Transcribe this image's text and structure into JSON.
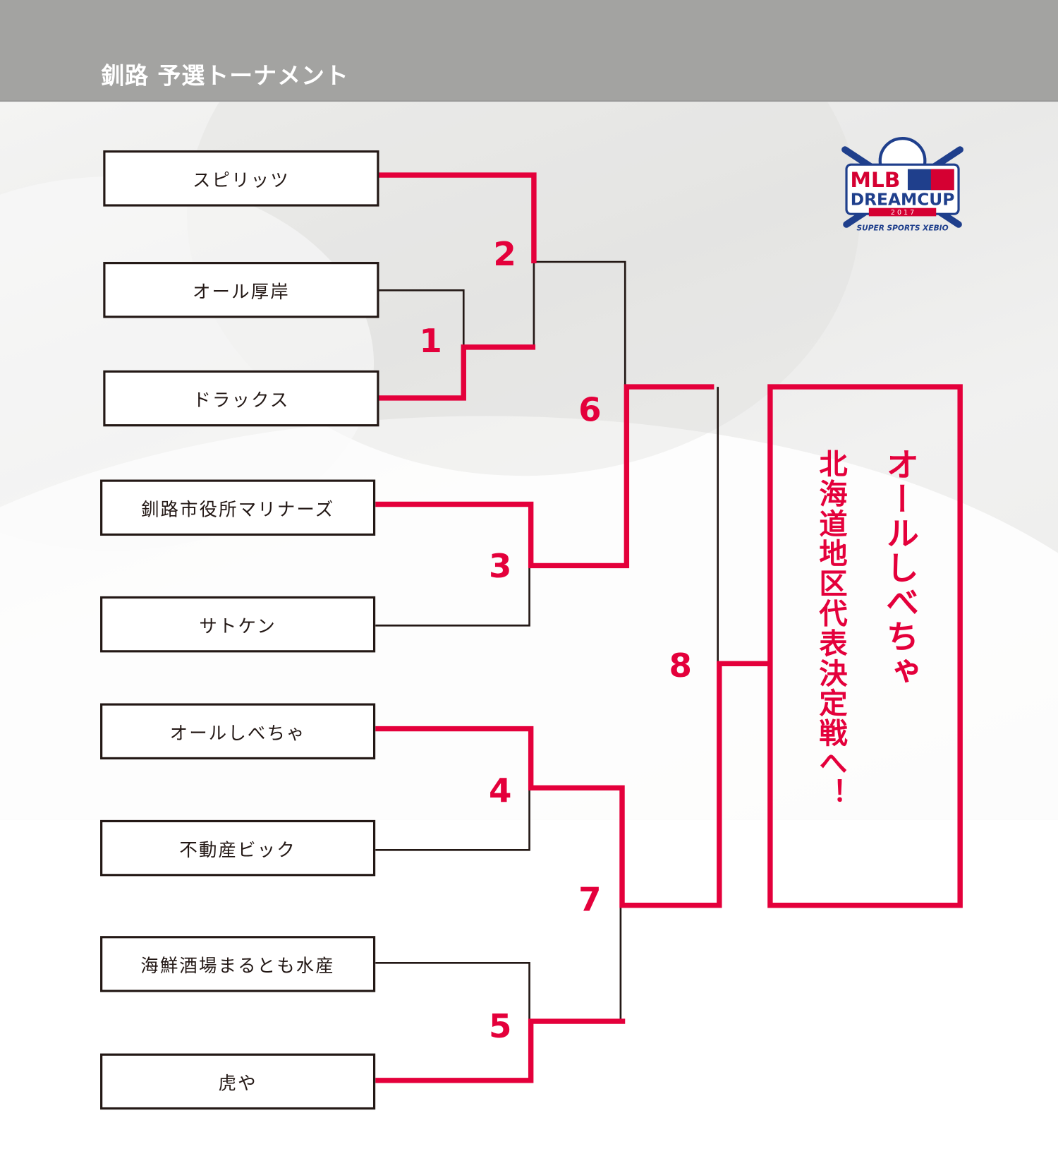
{
  "header": {
    "title": "釧路 予選トーナメント"
  },
  "logo": {
    "line1": "MLB",
    "line2": "DREAMCUP",
    "year": "2017",
    "sponsor": "SUPER SPORTS XEBIO"
  },
  "teams": [
    "スピリッツ",
    "オール厚岸",
    "ドラックス",
    "釧路市役所マリナーズ",
    "サトケン",
    "オールしべちゃ",
    "不動産ビック",
    "海鮮酒場まるとも水産",
    "虎や"
  ],
  "matches": [
    "1",
    "2",
    "3",
    "4",
    "5",
    "6",
    "7",
    "8"
  ],
  "result": {
    "winner": "オールしべちゃ",
    "message": "北海道地区代表決定戦へ！"
  },
  "colors": {
    "winner_line": "#e4003b",
    "loser_line": "#231815",
    "header_bg": "#a3a3a1"
  }
}
